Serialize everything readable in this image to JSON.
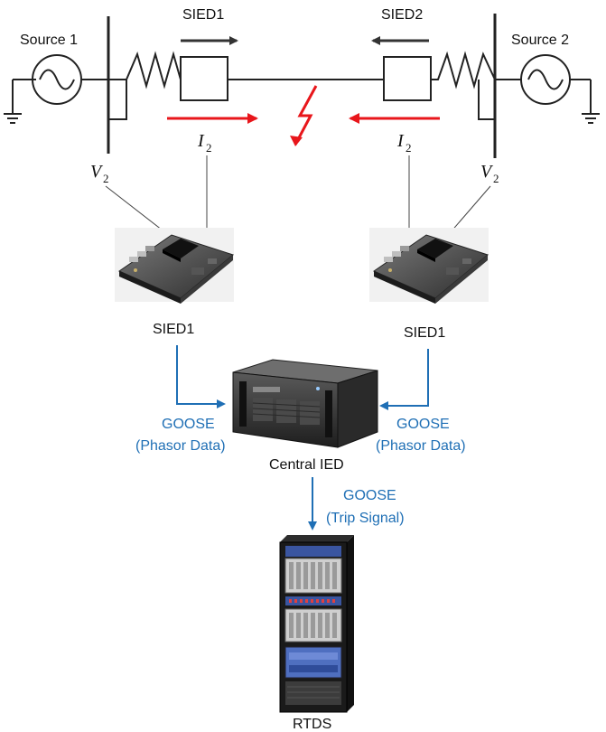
{
  "labels": {
    "source1": "Source 1",
    "source2": "Source 2",
    "sied1_top": "SIED1",
    "sied2_top": "SIED2",
    "sied_left_bottom": "SIED1",
    "sied_right_bottom": "SIED1",
    "goose_left": "GOOSE",
    "phasor_left": "(Phasor Data)",
    "goose_right": "GOOSE",
    "phasor_right": "(Phasor Data)",
    "central_ied": "Central IED",
    "goose_trip": "GOOSE",
    "trip_signal": "(Trip Signal)",
    "rtds": "RTDS"
  },
  "math": {
    "v_left": "V",
    "v_left_sub": "2",
    "v_right": "V",
    "v_right_sub": "2",
    "i_left": "I",
    "i_left_sub": "2",
    "i_right": "I",
    "i_right_sub": "2"
  },
  "colors": {
    "comm_arrow": "#1f6fb5",
    "fault_current": "#e8161b",
    "line": "#222222"
  }
}
